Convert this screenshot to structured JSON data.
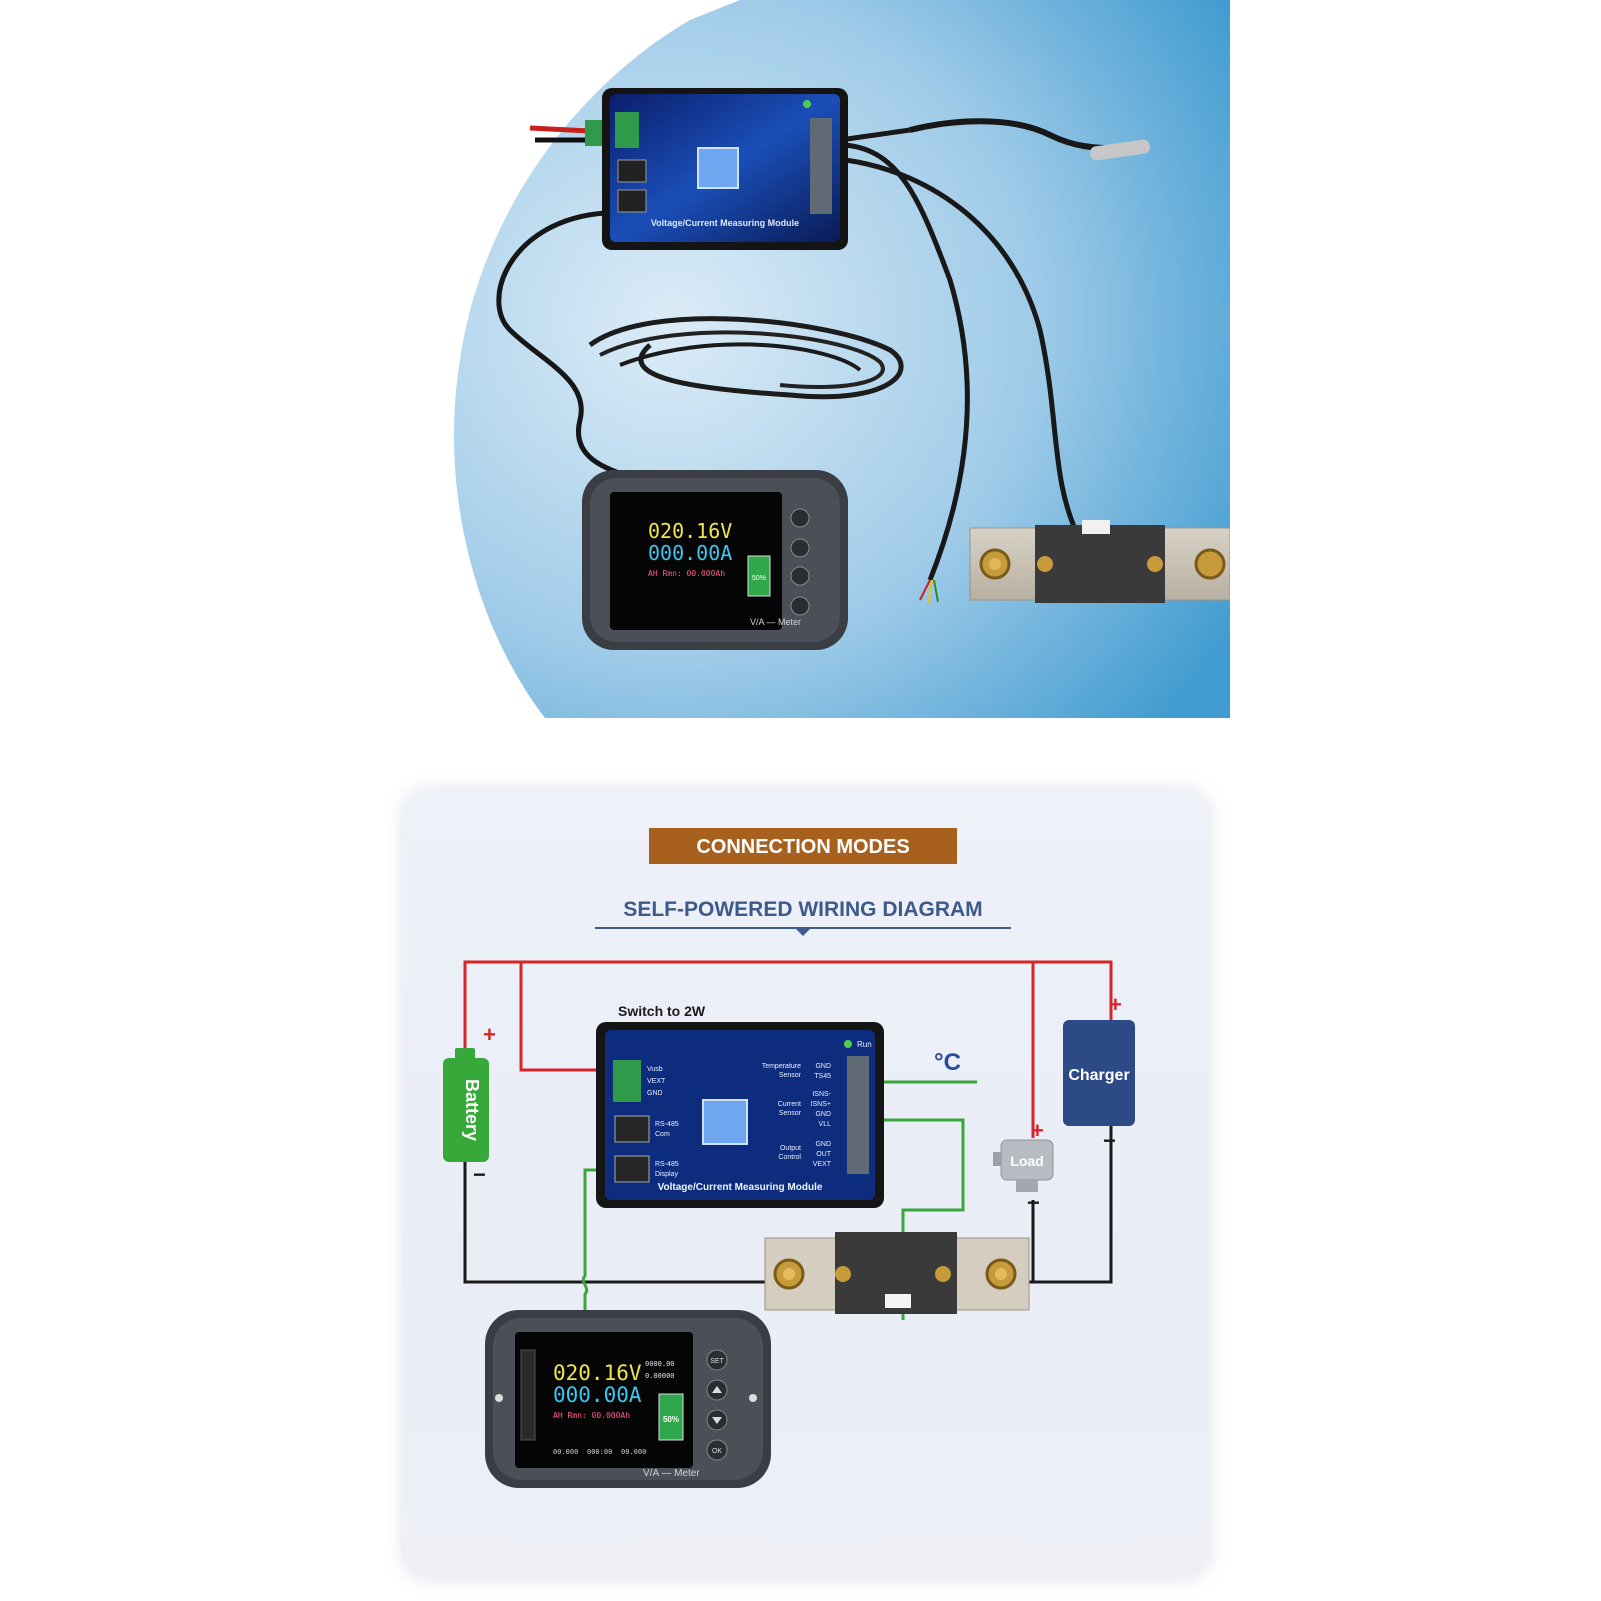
{
  "module": {
    "title": "Voltage/Current Measuring Module",
    "status_label": "Run",
    "left_pins": [
      "Vusb",
      "VEXT",
      "GND"
    ],
    "rs485_ports": [
      {
        "line1": "RS-485",
        "line2": "Com"
      },
      {
        "line1": "RS-485",
        "line2": "Display"
      }
    ],
    "right_groups": [
      {
        "label_line1": "Temperature",
        "label_line2": "Sensor",
        "pins": [
          "GND",
          "TS45"
        ]
      },
      {
        "label_line1": "Current",
        "label_line2": "Sensor",
        "pins": [
          "ISNS-",
          "ISNS+",
          "GND",
          "VLL"
        ]
      },
      {
        "label_line1": "Output",
        "label_line2": "Control",
        "pins": [
          "GND",
          "OUT",
          "VEXT"
        ]
      }
    ]
  },
  "meter": {
    "voltage": "020.16V",
    "current": "000.00A",
    "small_readout_1": "0000.00",
    "small_readout_2": "0.00000",
    "ah_line": "AH Rmn: 00.000Ah",
    "battery_percent": "50%",
    "timers": [
      "00.000",
      "000:00",
      "00.000"
    ],
    "footer": "V/A — Meter",
    "buttons": [
      "SET",
      "OK"
    ]
  },
  "diagram": {
    "banner": "CONNECTION MODES",
    "subtitle": "SELF-POWERED WIRING DIAGRAM",
    "switch_note": "Switch to 2W",
    "battery_label": "Battery",
    "charger_label": "Charger",
    "load_label": "Load",
    "temp_symbol": "°C",
    "plus": "+",
    "minus": "−"
  },
  "colors": {
    "positive_wire": "#d9242b",
    "negative_wire": "#1a1a1a",
    "signal_wire": "#3aa63e",
    "banner_bg": "#a8601e",
    "battery_green": "#37a93b",
    "charger_blue": "#2c4a86",
    "subtitle_blue": "#3d5a8a"
  }
}
